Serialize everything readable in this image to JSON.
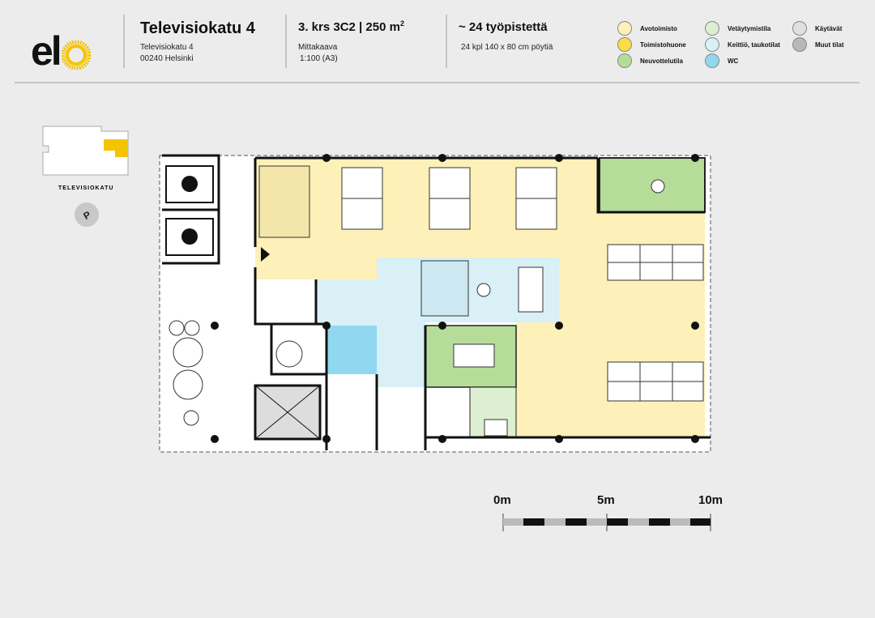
{
  "logo": {
    "text": "elo"
  },
  "header": {
    "title": "Televisiokatu 4",
    "address_line1": "Televisiokatu 4",
    "address_line2": "00240 Helsinki",
    "floor": "3. krs 3C2 | 250 m",
    "floor_sup": "2",
    "scale_label": "Mittakaava",
    "scale_value": "1:100 (A3)",
    "workstations": "~ 24 työpistettä",
    "desks": "24 kpl 140 x 80 cm pöytiä"
  },
  "legend": [
    {
      "label": "Avotoimisto",
      "color": "#fdf0b8"
    },
    {
      "label": "Toimistohuone",
      "color": "#fddc4a"
    },
    {
      "label": "Neuvottelutila",
      "color": "#b6dc9a"
    },
    {
      "label": "Vetäytymistila",
      "color": "#dcefd0"
    },
    {
      "label": "Keittiö, taukotilat",
      "color": "#d8f0f6"
    },
    {
      "label": "WC",
      "color": "#8fd8f0"
    },
    {
      "label": "Käytävät",
      "color": "#e0e0e0"
    },
    {
      "label": "Muut tilat",
      "color": "#b8b8b8"
    }
  ],
  "keymap": {
    "street": "TELEVISIOKATU"
  },
  "scalebar": {
    "labels": [
      "0m",
      "5m",
      "10m"
    ]
  }
}
